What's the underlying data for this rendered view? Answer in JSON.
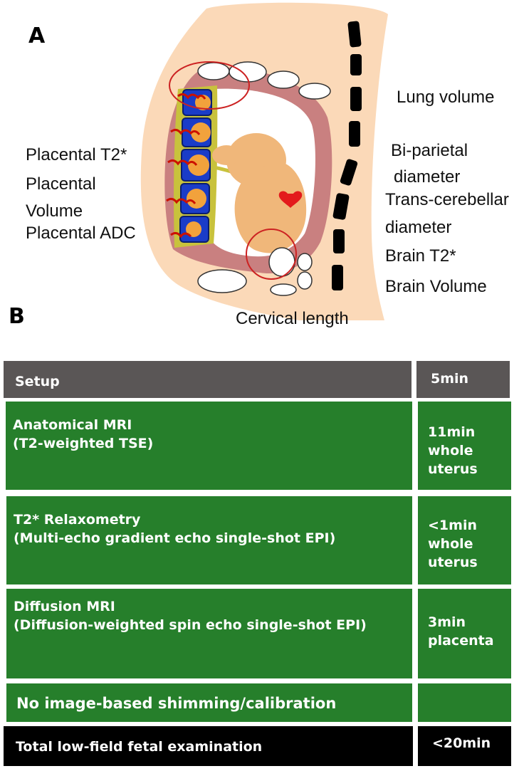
{
  "panel_a": {
    "letter": "A",
    "left_labels": [
      "Placental T2*",
      "Placental",
      "Volume",
      "Placental ADC"
    ],
    "right_labels": [
      "Lung volume",
      "Bi-parietal",
      "diameter",
      "Trans-cerebellar",
      "diameter",
      "Brain T2*",
      "Brain Volume"
    ],
    "bottom_label": "Cervical length",
    "colors": {
      "skin": "#fbd9b8",
      "uterus": "#c98080",
      "fetus": "#f0b77a",
      "placenta_rim": "#c8c23c",
      "cotyledon": "#1a3cc8",
      "vessel": "#cc1100",
      "heart": "#e31a1c",
      "circle": "#cc2222",
      "spine": "#000000"
    }
  },
  "panel_b": {
    "letter": "B",
    "rows": [
      {
        "name": "setup",
        "label_lines": [
          "Setup"
        ],
        "time_lines": [
          "5min"
        ],
        "color": "#5a5656"
      },
      {
        "name": "anatomical",
        "label_lines": [
          "Anatomical MRI",
          "(T2-weighted TSE)"
        ],
        "time_lines": [
          "11min",
          "whole",
          "uterus"
        ],
        "color": "#267f2b"
      },
      {
        "name": "t2star",
        "label_lines": [
          "T2* Relaxometry",
          "(Multi-echo gradient echo single-shot EPI)"
        ],
        "time_lines": [
          "<1min",
          "whole",
          "uterus"
        ],
        "color": "#267f2b"
      },
      {
        "name": "diffusion",
        "label_lines": [
          "Diffusion MRI",
          "(Diffusion-weighted spin echo single-shot EPI)"
        ],
        "time_lines": [
          "3min",
          "placenta"
        ],
        "color": "#267f2b"
      },
      {
        "name": "shimming",
        "label_lines": [
          "No image-based shimming/calibration"
        ],
        "time_lines": [],
        "color": "#267f2b"
      },
      {
        "name": "total",
        "label_lines": [
          "Total low-field fetal examination"
        ],
        "time_lines": [
          "<20min"
        ],
        "color": "#000000"
      }
    ]
  }
}
